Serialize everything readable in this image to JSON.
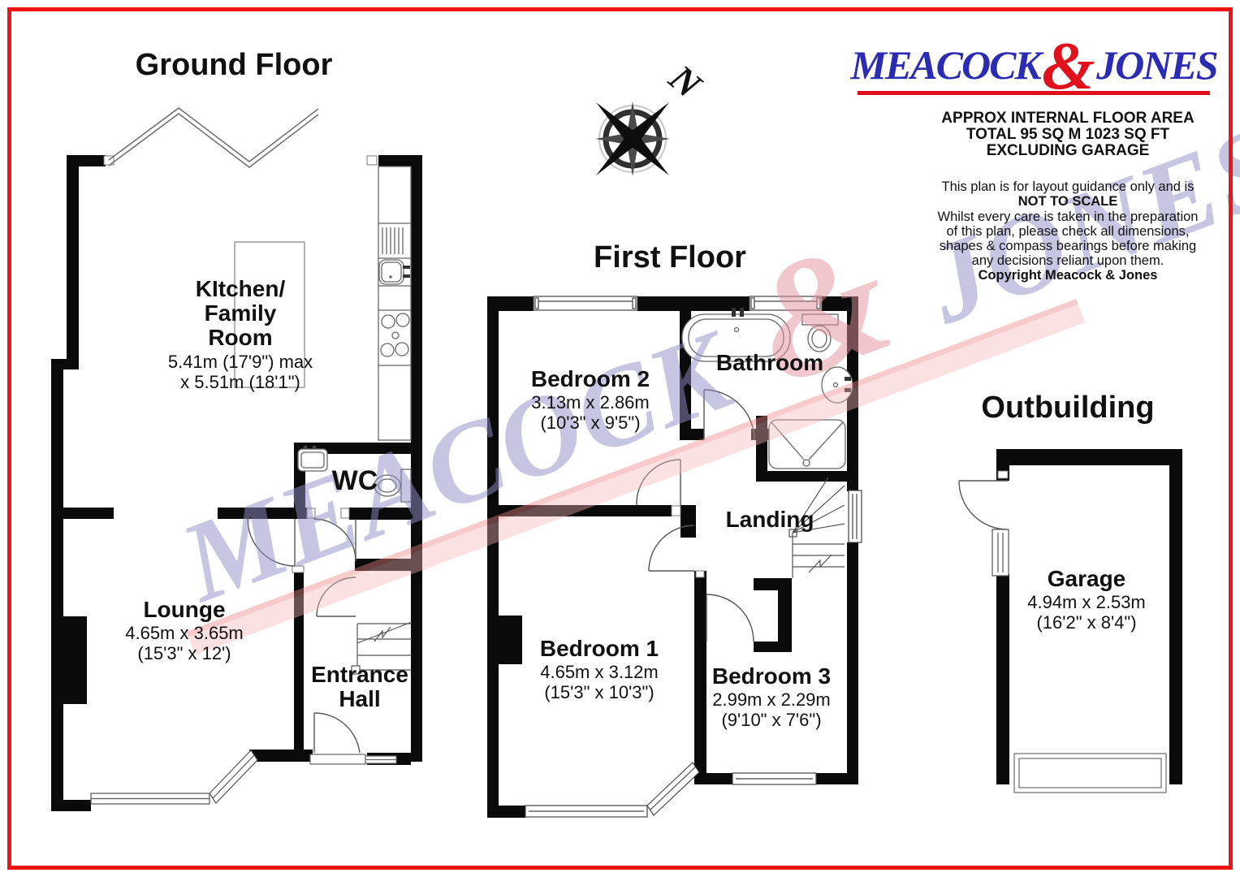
{
  "page": {
    "border_color": "#ee1515",
    "background": "#ffffff"
  },
  "logo": {
    "word1": "MEACOCK",
    "amp": "&",
    "word2": "JONES",
    "word_color": "#2b2bb4",
    "amp_color": "#e0101c",
    "underline_color": "#e0101c"
  },
  "info": {
    "head1": "APPROX INTERNAL FLOOR AREA",
    "head2": "TOTAL 95 SQ M 1023 SQ FT",
    "head3": "EXCLUDING GARAGE",
    "body1": "This plan is for layout guidance only and is",
    "body2": "NOT TO SCALE",
    "body3": "Whilst every care is taken in the preparation",
    "body4": "of this plan, please check all dimensions,",
    "body5": "shapes & compass bearings before making",
    "body6": "any decisions reliant upon them.",
    "body7": "Copyright Meacock & Jones"
  },
  "compass": {
    "north_label": "N"
  },
  "watermark": {
    "word1": "MEACOCK",
    "amp": "&",
    "word2": "JONES",
    "letter_color": "#8f8fc8",
    "amp_color": "#e0909c",
    "band_color": "#f0a0a0"
  },
  "floors": {
    "ground": {
      "title": "Ground Floor",
      "rooms": {
        "kitchen": {
          "name": "KItchen/ Family Room",
          "dims1": "5.41m (17'9\") max",
          "dims2": "x 5.51m (18'1\")"
        },
        "wc": {
          "name": "WC"
        },
        "lounge": {
          "name": "Lounge",
          "dims1": "4.65m x 3.65m",
          "dims2": "(15'3\" x 12')"
        },
        "hall": {
          "name": "Entrance Hall"
        }
      }
    },
    "first": {
      "title": "First Floor",
      "rooms": {
        "bedroom2": {
          "name": "Bedroom 2",
          "dims1": "3.13m x 2.86m",
          "dims2": "(10'3\" x 9'5\")"
        },
        "bathroom": {
          "name": "Bathroom"
        },
        "landing": {
          "name": "Landing"
        },
        "bedroom1": {
          "name": "Bedroom 1",
          "dims1": "4.65m x 3.12m",
          "dims2": "(15'3\" x 10'3\")"
        },
        "bedroom3": {
          "name": "Bedroom 3",
          "dims1": "2.99m x 2.29m",
          "dims2": "(9'10\" x 7'6\")"
        }
      }
    },
    "outbuilding": {
      "title": "Outbuilding",
      "rooms": {
        "garage": {
          "name": "Garage",
          "dims1": "4.94m x 2.53m",
          "dims2": "(16'2\" x 8'4\")"
        }
      }
    }
  }
}
